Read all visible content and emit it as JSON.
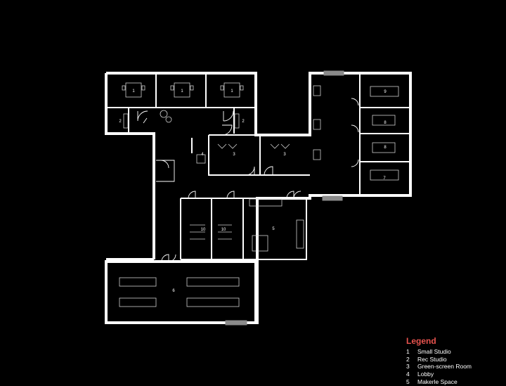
{
  "legend": {
    "title": "Legend",
    "items": [
      {
        "num": "1",
        "label": "Small Studio"
      },
      {
        "num": "2",
        "label": "Rec Studio"
      },
      {
        "num": "3",
        "label": "Green-screen Room"
      },
      {
        "num": "4",
        "label": "Lobby"
      },
      {
        "num": "5",
        "label": "Makerle Space"
      }
    ]
  },
  "rooms": {
    "small_studio_a": "1",
    "small_studio_b": "1",
    "small_studio_c": "1",
    "rec_studio_a": "2",
    "rec_studio_b": "2",
    "green_screen_a": "3",
    "green_screen_b": "3",
    "lobby": "4",
    "makerspace": "5",
    "large_room": "6",
    "room_7": "7",
    "room_8a": "8",
    "room_8b": "8",
    "room_9": "9",
    "room_10a": "10",
    "room_10b": "10"
  },
  "colors": {
    "background": "#000000",
    "walls": "#ffffff",
    "legend_title": "#e8534e"
  }
}
